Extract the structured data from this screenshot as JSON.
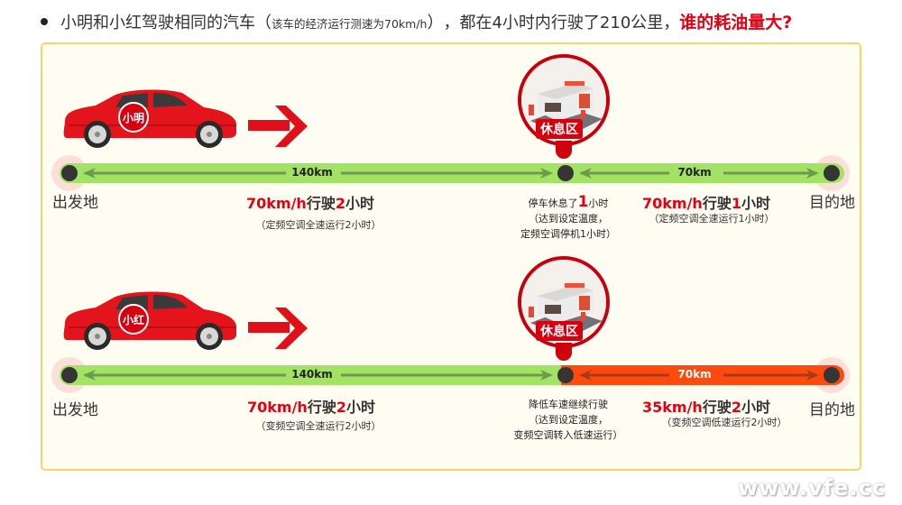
{
  "headline": {
    "main_1": "小明和小红驾驶相同的汽车",
    "paren_open": "（",
    "small": "该车的经济运行测速为70km/h",
    "paren_close": "）",
    "main_2": "，都在4小时内行驶了210公里，",
    "question": "谁的耗油量大?"
  },
  "colors": {
    "accent_red": "#e60012",
    "panel_border": "#f7d46b",
    "panel_bg": "#fffcf1",
    "bar_green": "#a3e363",
    "bar_orange": "#ff4a0e",
    "node_dark": "#353535"
  },
  "rows": [
    {
      "driver": "小明",
      "rest_label": "休息区",
      "start": "出发地",
      "end": "目的地",
      "seg1": {
        "distance": "140km",
        "speed": "70km/h",
        "verb": "行驶",
        "hours": "2",
        "unit": "小时",
        "note": "（定频空调全速运行2小时）"
      },
      "mid": {
        "line1_pre": "停车休息了",
        "line1_num": "1",
        "line1_post": "小时",
        "line2": "（达到设定温度，",
        "line3": "定频空调停机1小时）"
      },
      "seg2": {
        "distance": "70km",
        "speed": "70km/h",
        "verb": "行驶",
        "hours": "1",
        "unit": "小时",
        "note": "（定频空调全速运行1小时）"
      }
    },
    {
      "driver": "小红",
      "rest_label": "休息区",
      "start": "出发地",
      "end": "目的地",
      "seg1": {
        "distance": "140km",
        "speed": "70km/h",
        "verb": "行驶",
        "hours": "2",
        "unit": "小时",
        "note": "（变频空调全速运行2小时）"
      },
      "mid": {
        "line1": "降低车速继续行驶",
        "line2": "（达到设定温度，",
        "line3": "变频空调转入低速运行）"
      },
      "seg2": {
        "distance": "70km",
        "speed": "35km/h",
        "verb": "行驶",
        "hours": "2",
        "unit": "小时",
        "note": "（变频空调低速运行2小时）"
      }
    }
  ],
  "watermark": "www.vfe.cc"
}
